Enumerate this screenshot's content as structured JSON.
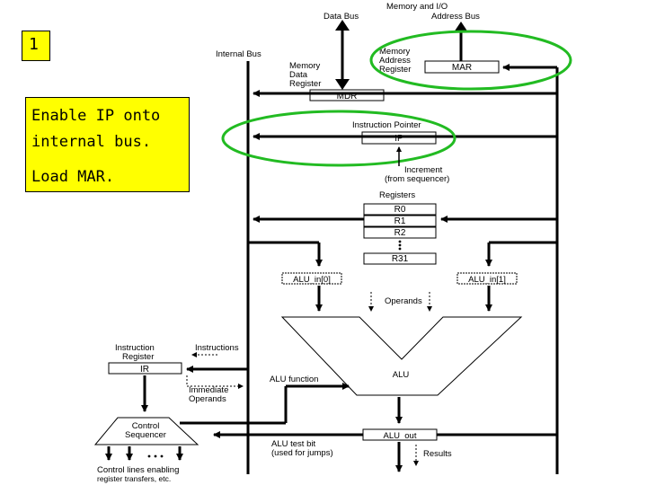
{
  "step": {
    "number": "1",
    "note_line1": "Enable IP onto",
    "note_line2": "internal bus.",
    "note_line3": "Load MAR."
  },
  "colors": {
    "note_background": "#ffff00",
    "highlight_ring": "#22bb22"
  },
  "labels": {
    "memory_io": "Memory and I/O",
    "data_bus": "Data Bus",
    "address_bus": "Address Bus",
    "internal_bus": "Internal Bus",
    "mar_caption_1": "Memory",
    "mar_caption_2": "Address",
    "mar_caption_3": "Register",
    "mdr_caption_1": "Memory",
    "mdr_caption_2": "Data",
    "mdr_caption_3": "Register",
    "ip_caption": "Instruction Pointer",
    "increment": "Increment",
    "increment_source": "(from sequencer)",
    "registers": "Registers",
    "operands": "Operands",
    "alu": "ALU",
    "alu_function": "ALU function",
    "alu_test_bit": "ALU test bit",
    "alu_test_bit_note": "(used for jumps)",
    "results": "Results",
    "ir_caption_1": "Instruction",
    "ir_caption_2": "Register",
    "instructions": "Instructions",
    "immediate": "Immediate",
    "operands_small": "Operands",
    "sequencer_1": "Control",
    "sequencer_2": "Sequencer",
    "control_lines": "Control lines enabling",
    "control_lines_note": "register transfers, etc."
  },
  "registers": {
    "mar": "MAR",
    "mdr": "MDR",
    "ip": "IP",
    "r0": "R0",
    "r1": "R1",
    "r2": "R2",
    "r31": "R31",
    "alu_in0": "ALU_in[0]",
    "alu_in1": "ALU_in[1]",
    "alu_out": "ALU_out",
    "ir": "IR"
  }
}
